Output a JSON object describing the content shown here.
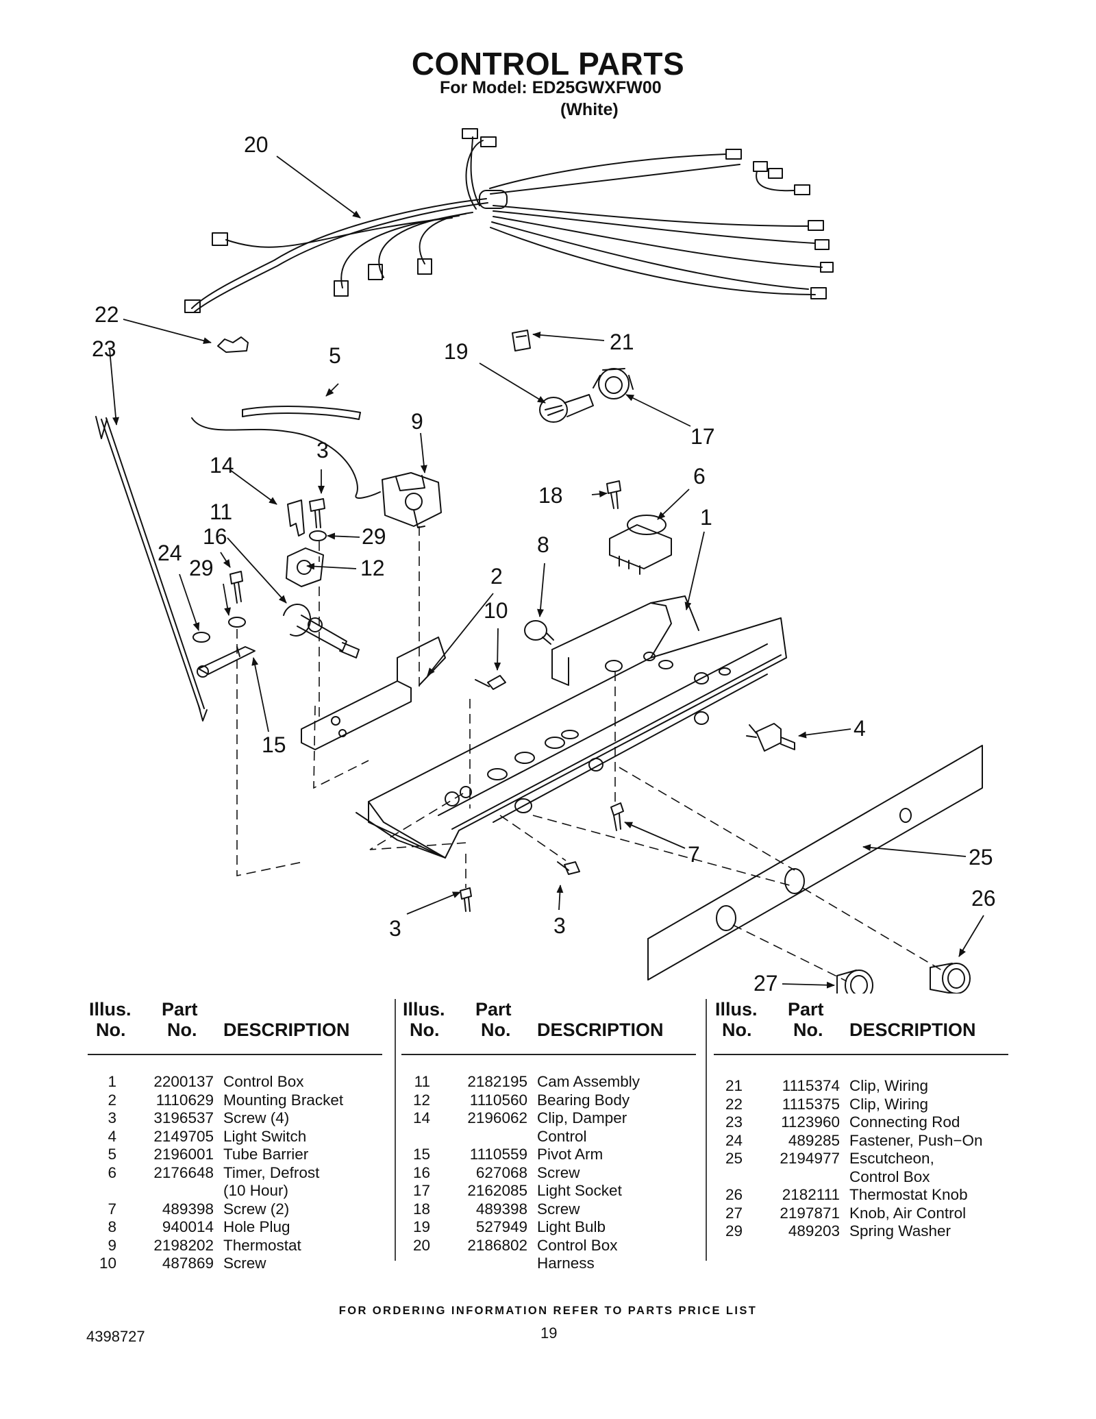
{
  "header": {
    "title": "CONTROL PARTS",
    "model_line": "For Model: ED25GWXFW00",
    "color_line": "(White)"
  },
  "diagram": {
    "callouts": [
      "20",
      "22",
      "23",
      "5",
      "19",
      "21",
      "17",
      "9",
      "3",
      "14",
      "29",
      "18",
      "6",
      "1",
      "11",
      "16",
      "12",
      "8",
      "24",
      "29",
      "2",
      "10",
      "4",
      "15",
      "7",
      "25",
      "26",
      "3",
      "3",
      "27"
    ]
  },
  "table": {
    "headers": {
      "illus_1": "Illus.",
      "illus_2": "No.",
      "part_1": "Part",
      "part_2": "No.",
      "description": "DESCRIPTION"
    },
    "columns": [
      [
        {
          "illus": "1",
          "part": "2200137",
          "desc": [
            "Control Box"
          ]
        },
        {
          "illus": "2",
          "part": "1110629",
          "desc": [
            "Mounting Bracket"
          ]
        },
        {
          "illus": "3",
          "part": "3196537",
          "desc": [
            "Screw (4)"
          ]
        },
        {
          "illus": "4",
          "part": "2149705",
          "desc": [
            "Light Switch"
          ]
        },
        {
          "illus": "5",
          "part": "2196001",
          "desc": [
            "Tube Barrier"
          ]
        },
        {
          "illus": "6",
          "part": "2176648",
          "desc": [
            "Timer, Defrost",
            "(10 Hour)"
          ]
        },
        {
          "illus": "7",
          "part": "489398",
          "desc": [
            "Screw (2)"
          ]
        },
        {
          "illus": "8",
          "part": "940014",
          "desc": [
            "Hole Plug"
          ]
        },
        {
          "illus": "9",
          "part": "2198202",
          "desc": [
            "Thermostat"
          ]
        },
        {
          "illus": "10",
          "part": "487869",
          "desc": [
            "Screw"
          ]
        }
      ],
      [
        {
          "illus": "11",
          "part": "2182195",
          "desc": [
            "Cam Assembly"
          ]
        },
        {
          "illus": "12",
          "part": "1110560",
          "desc": [
            "Bearing Body"
          ]
        },
        {
          "illus": "14",
          "part": "2196062",
          "desc": [
            "Clip, Damper",
            "Control"
          ]
        },
        {
          "illus": "15",
          "part": "1110559",
          "desc": [
            "Pivot Arm"
          ]
        },
        {
          "illus": "16",
          "part": "627068",
          "desc": [
            "Screw"
          ]
        },
        {
          "illus": "17",
          "part": "2162085",
          "desc": [
            "Light Socket"
          ]
        },
        {
          "illus": "18",
          "part": "489398",
          "desc": [
            "Screw"
          ]
        },
        {
          "illus": "19",
          "part": "527949",
          "desc": [
            "Light Bulb"
          ]
        },
        {
          "illus": "20",
          "part": "2186802",
          "desc": [
            "Control Box",
            "Harness"
          ]
        }
      ],
      [
        {
          "illus": "21",
          "part": "1115374",
          "desc": [
            "Clip, Wiring"
          ]
        },
        {
          "illus": "22",
          "part": "1115375",
          "desc": [
            "Clip, Wiring"
          ]
        },
        {
          "illus": "23",
          "part": "1123960",
          "desc": [
            "Connecting Rod"
          ]
        },
        {
          "illus": "24",
          "part": "489285",
          "desc": [
            "Fastener, Push−On"
          ]
        },
        {
          "illus": "25",
          "part": "2194977",
          "desc": [
            "Escutcheon,",
            "Control Box"
          ]
        },
        {
          "illus": "26",
          "part": "2182111",
          "desc": [
            "Thermostat Knob"
          ]
        },
        {
          "illus": "27",
          "part": "2197871",
          "desc": [
            "Knob, Air Control"
          ]
        },
        {
          "illus": "29",
          "part": "489203",
          "desc": [
            "Spring Washer"
          ]
        }
      ]
    ]
  },
  "footer": {
    "note": "FOR ORDERING INFORMATION REFER TO PARTS PRICE LIST",
    "doc_number": "4398727",
    "page_number": "19"
  }
}
